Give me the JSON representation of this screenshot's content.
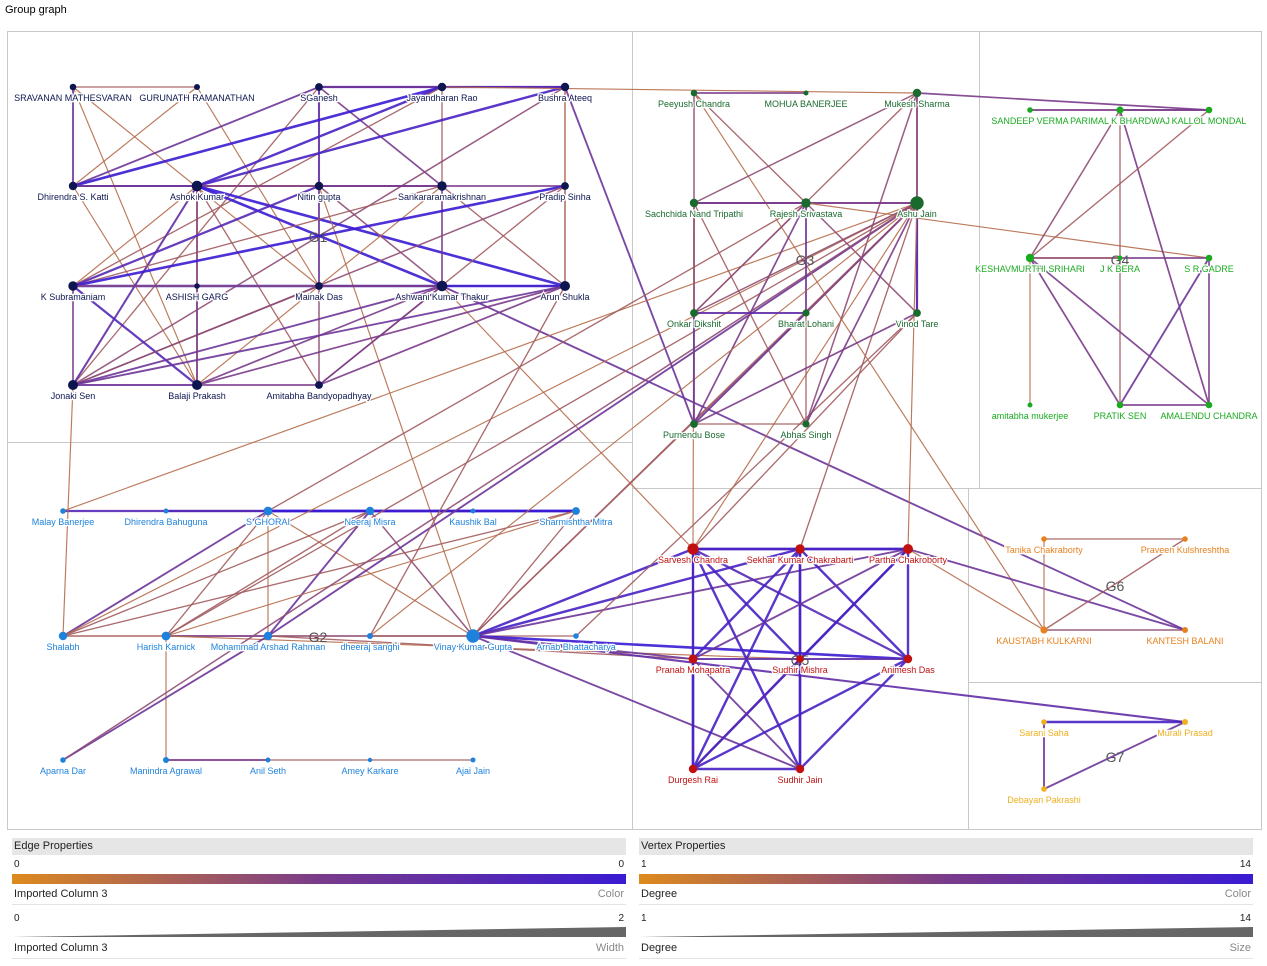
{
  "window_title": "Group graph",
  "groups": [
    {
      "label": "G1",
      "color": "#0d1650"
    },
    {
      "label": "G2",
      "color": "#1e82dc"
    },
    {
      "label": "G3",
      "color": "#1a6a2e"
    },
    {
      "label": "G4",
      "color": "#1aaa20"
    },
    {
      "label": "G5",
      "color": "#c01010"
    },
    {
      "label": "G6",
      "color": "#e8801e"
    },
    {
      "label": "G7",
      "color": "#f0b020"
    }
  ],
  "nodes": [
    {
      "id": "sravanan",
      "label": "SRAVANAN MATHESVARAN",
      "group": 0
    },
    {
      "id": "gurunath",
      "label": "GURUNATH RAMANATHAN",
      "group": 0
    },
    {
      "id": "sganesh",
      "label": "SGanesh",
      "group": 0
    },
    {
      "id": "jayandharan",
      "label": "Jayandharan Rao",
      "group": 0
    },
    {
      "id": "bushra",
      "label": "Bushra Ateeq",
      "group": 0
    },
    {
      "id": "dhirendra_katti",
      "label": "Dhirendra S. Katti",
      "group": 0
    },
    {
      "id": "ashok",
      "label": "Ashok Kumar",
      "group": 0
    },
    {
      "id": "nitin",
      "label": "Nitin gupta",
      "group": 0
    },
    {
      "id": "sankara",
      "label": "Sankararamakrishnan",
      "group": 0
    },
    {
      "id": "pradip",
      "label": "Pradip Sinha",
      "group": 0
    },
    {
      "id": "ksubra",
      "label": "K Subramaniam",
      "group": 0
    },
    {
      "id": "ashish",
      "label": "ASHISH GARG",
      "group": 0
    },
    {
      "id": "mainak",
      "label": "Mainak Das",
      "group": 0
    },
    {
      "id": "ashwani",
      "label": "Ashwani Kumar Thakur",
      "group": 0
    },
    {
      "id": "arun",
      "label": "Arun Shukla",
      "group": 0
    },
    {
      "id": "jonaki",
      "label": "Jonaki Sen",
      "group": 0
    },
    {
      "id": "balaji",
      "label": "Balaji Prakash",
      "group": 0
    },
    {
      "id": "amitabha_b",
      "label": "Amitabha Bandyopadhyay",
      "group": 0
    },
    {
      "id": "malay",
      "label": "Malay Banerjee",
      "group": 1
    },
    {
      "id": "dhirendra_b",
      "label": "Dhirendra Bahuguna",
      "group": 1
    },
    {
      "id": "sghorai",
      "label": "S GHORAI",
      "group": 1
    },
    {
      "id": "neeraj",
      "label": "Neeraj Misra",
      "group": 1
    },
    {
      "id": "kaushik",
      "label": "Kaushik Bal",
      "group": 1
    },
    {
      "id": "sharmishtha",
      "label": "Sharmishtha Mitra",
      "group": 1
    },
    {
      "id": "shalabh",
      "label": "Shalabh",
      "group": 1
    },
    {
      "id": "harish",
      "label": "Harish Karnick",
      "group": 1
    },
    {
      "id": "arshad",
      "label": "Mohammad Arshad Rahman",
      "group": 1
    },
    {
      "id": "dheeraj",
      "label": "dheeraj sanghi",
      "group": 1
    },
    {
      "id": "vinay",
      "label": "Vinay Kumar Gupta",
      "group": 1
    },
    {
      "id": "arnab",
      "label": "Arnab Bhattacharya",
      "group": 1
    },
    {
      "id": "aparna",
      "label": "Aparna Dar",
      "group": 1
    },
    {
      "id": "manindra",
      "label": "Manindra Agrawal",
      "group": 1
    },
    {
      "id": "anil",
      "label": "Anil Seth",
      "group": 1
    },
    {
      "id": "amey",
      "label": "Amey Karkare",
      "group": 1
    },
    {
      "id": "ajai",
      "label": "Ajai Jain",
      "group": 1
    },
    {
      "id": "peeyush",
      "label": "Peeyush Chandra",
      "group": 2
    },
    {
      "id": "mohua",
      "label": "MOHUA BANERJEE",
      "group": 2
    },
    {
      "id": "mukesh",
      "label": "Mukesh Sharma",
      "group": 2
    },
    {
      "id": "sachchida",
      "label": "Sachchida Nand Tripathi",
      "group": 2
    },
    {
      "id": "rajesh",
      "label": "Rajesh Srivastava",
      "group": 2
    },
    {
      "id": "ashu",
      "label": "Ashu Jain",
      "group": 2
    },
    {
      "id": "onkar",
      "label": "Onkar Dikshit",
      "group": 2
    },
    {
      "id": "bharat",
      "label": "Bharat Lohani",
      "group": 2
    },
    {
      "id": "vinod",
      "label": "Vinod Tare",
      "group": 2
    },
    {
      "id": "purnendu",
      "label": "Purnendu Bose",
      "group": 2
    },
    {
      "id": "abhas",
      "label": "Abhas Singh",
      "group": 2
    },
    {
      "id": "sandeep",
      "label": "SANDEEP VERMA",
      "group": 3
    },
    {
      "id": "parimal",
      "label": "PARIMAL K BHARDWAJ",
      "group": 3
    },
    {
      "id": "kallol",
      "label": "KALLOL MONDAL",
      "group": 3
    },
    {
      "id": "keshav",
      "label": "KESHAVMURTHI SRIHARI",
      "group": 3
    },
    {
      "id": "jkbera",
      "label": "J K BERA",
      "group": 3
    },
    {
      "id": "srgadre",
      "label": "S R GADRE",
      "group": 3
    },
    {
      "id": "amitabha_m",
      "label": "amitabha mukerjee",
      "group": 3
    },
    {
      "id": "pratik",
      "label": "PRATIK SEN",
      "group": 3
    },
    {
      "id": "amalendu",
      "label": "AMALENDU CHANDRA",
      "group": 3
    },
    {
      "id": "sarvesh",
      "label": "Sarvesh Chandra",
      "group": 4
    },
    {
      "id": "sekhar",
      "label": "Sekhar Kumar Chakrabarti",
      "group": 4
    },
    {
      "id": "partha",
      "label": "Partha Chakroborty",
      "group": 4
    },
    {
      "id": "pranab",
      "label": "Pranab Mohapatra",
      "group": 4
    },
    {
      "id": "sudhir_m",
      "label": "Sudhir Mishra",
      "group": 4
    },
    {
      "id": "animesh",
      "label": "Animesh Das",
      "group": 4
    },
    {
      "id": "durgesh",
      "label": "Durgesh Rai",
      "group": 4
    },
    {
      "id": "sudhir_j",
      "label": "Sudhir Jain",
      "group": 4
    },
    {
      "id": "tanika",
      "label": "Tanika Chakraborty",
      "group": 5
    },
    {
      "id": "praveen",
      "label": "Praveen Kulshreshtha",
      "group": 5
    },
    {
      "id": "kaustabh",
      "label": "KAUSTABH KULKARNI",
      "group": 5
    },
    {
      "id": "kantesh",
      "label": "KANTESH BALANI",
      "group": 5
    },
    {
      "id": "sarani",
      "label": "Sarani Saha",
      "group": 6
    },
    {
      "id": "murali",
      "label": "Murali Prasad",
      "group": 6
    },
    {
      "id": "debayan",
      "label": "Debayan Pakrashi",
      "group": 6
    }
  ],
  "edges": [
    [
      "sravanan",
      "gurunath",
      0.3
    ],
    [
      "sravanan",
      "dhirendra_katti",
      0.6
    ],
    [
      "sravanan",
      "balaji",
      0.2
    ],
    [
      "sravanan",
      "mainak",
      0.2
    ],
    [
      "gurunath",
      "dhirendra_katti",
      0.2
    ],
    [
      "gurunath",
      "mainak",
      0.2
    ],
    [
      "sganesh",
      "jayandharan",
      0.8
    ],
    [
      "sganesh",
      "bushra",
      0.6
    ],
    [
      "sganesh",
      "nitin",
      0.7
    ],
    [
      "sganesh",
      "dhirendra_katti",
      0.6
    ],
    [
      "sganesh",
      "sankara",
      0.5
    ],
    [
      "sganesh",
      "jonaki",
      0.3
    ],
    [
      "jayandharan",
      "bushra",
      0.8
    ],
    [
      "jayandharan",
      "ashok",
      0.9
    ],
    [
      "jayandharan",
      "dhirendra_katti",
      1.0
    ],
    [
      "jayandharan",
      "sankara",
      0.3
    ],
    [
      "jayandharan",
      "ksubra",
      0.3
    ],
    [
      "bushra",
      "pradip",
      0.3
    ],
    [
      "bushra",
      "ashok",
      0.9
    ],
    [
      "bushra",
      "jonaki",
      0.4
    ],
    [
      "bushra",
      "arun",
      0.2
    ],
    [
      "bushra",
      "purnendu",
      0.6
    ],
    [
      "dhirendra_katti",
      "sankara",
      0.6
    ],
    [
      "dhirendra_katti",
      "ashok",
      0.6
    ],
    [
      "dhirendra_katti",
      "balaji",
      0.2
    ],
    [
      "ashok",
      "nitin",
      0.4
    ],
    [
      "ashok",
      "ashwani",
      1.0
    ],
    [
      "ashok",
      "arun",
      1.0
    ],
    [
      "ashok",
      "ksubra",
      0.2
    ],
    [
      "ashok",
      "jonaki",
      0.7
    ],
    [
      "ashok",
      "ashish",
      0.5
    ],
    [
      "ashok",
      "amitabha_b",
      0.3
    ],
    [
      "ashok",
      "balaji",
      0.4
    ],
    [
      "nitin",
      "sankara",
      0.5
    ],
    [
      "nitin",
      "mainak",
      0.6
    ],
    [
      "nitin",
      "ashwani",
      0.4
    ],
    [
      "nitin",
      "ksubra",
      0.8
    ],
    [
      "nitin",
      "vinay",
      0.2
    ],
    [
      "sankara",
      "pradip",
      0.5
    ],
    [
      "sankara",
      "ksubra",
      0.3
    ],
    [
      "sankara",
      "ashwani",
      0.5
    ],
    [
      "sankara",
      "arun",
      0.3
    ],
    [
      "sankara",
      "balaji",
      0.2
    ],
    [
      "pradip",
      "ksubra",
      1.0
    ],
    [
      "pradip",
      "jonaki",
      0.4
    ],
    [
      "pradip",
      "amitabha_b",
      0.3
    ],
    [
      "pradip",
      "arun",
      0.3
    ],
    [
      "ksubra",
      "ashwani",
      0.9
    ],
    [
      "ksubra",
      "jonaki",
      0.5
    ],
    [
      "ksubra",
      "balaji",
      0.8
    ],
    [
      "ksubra",
      "arun",
      0.4
    ],
    [
      "mainak",
      "jonaki",
      0.4
    ],
    [
      "mainak",
      "amitabha_b",
      0.4
    ],
    [
      "mainak",
      "ashwani",
      0.5
    ],
    [
      "ashwani",
      "arun",
      1.0
    ],
    [
      "ashwani",
      "jonaki",
      0.6
    ],
    [
      "ashwani",
      "balaji",
      0.5
    ],
    [
      "ashwani",
      "amitabha_b",
      0.5
    ],
    [
      "ashwani",
      "sarvesh",
      0.2
    ],
    [
      "ashwani",
      "kantesh",
      0.6
    ],
    [
      "arun",
      "balaji",
      0.5
    ],
    [
      "arun",
      "jonaki",
      0.6
    ],
    [
      "arun",
      "amitabha_b",
      0.5
    ],
    [
      "jonaki",
      "balaji",
      0.6
    ],
    [
      "balaji",
      "amitabha_b",
      0.5
    ],
    [
      "ashish",
      "balaji",
      0.5
    ],
    [
      "malay",
      "sharmishtha",
      0.8
    ],
    [
      "malay",
      "ashu",
      0.2
    ],
    [
      "dhirendra_b",
      "sghorai",
      0.8
    ],
    [
      "sghorai",
      "neeraj",
      1.0
    ],
    [
      "sghorai",
      "sharmishtha",
      1.0
    ],
    [
      "sghorai",
      "arshad",
      0.2
    ],
    [
      "sghorai",
      "shalabh",
      0.6
    ],
    [
      "sghorai",
      "vinay",
      0.2
    ],
    [
      "sghorai",
      "harish",
      0.3
    ],
    [
      "sghorai",
      "rajesh",
      0.3
    ],
    [
      "neeraj",
      "kaushik",
      0.5
    ],
    [
      "neeraj",
      "sharmishtha",
      1.0
    ],
    [
      "neeraj",
      "arshad",
      0.6
    ],
    [
      "neeraj",
      "harish",
      0.3
    ],
    [
      "neeraj",
      "vinay",
      0.4
    ],
    [
      "neeraj",
      "shalabh",
      0.3
    ],
    [
      "sharmishtha",
      "vinay",
      0.3
    ],
    [
      "sharmishtha",
      "shalabh",
      0.3
    ],
    [
      "sharmishtha",
      "harish",
      0.2
    ],
    [
      "shalabh",
      "harish",
      0.2
    ],
    [
      "shalabh",
      "vinay",
      0.3
    ],
    [
      "shalabh",
      "ashu",
      0.2
    ],
    [
      "shalabh",
      "jonaki",
      0.2
    ],
    [
      "harish",
      "arshad",
      0.5
    ],
    [
      "harish",
      "manindra",
      0.2
    ],
    [
      "harish",
      "sudhir_m",
      0.2
    ],
    [
      "harish",
      "ashu",
      0.3
    ],
    [
      "arshad",
      "vinay",
      0.4
    ],
    [
      "arshad",
      "aparna",
      0.6
    ],
    [
      "arshad",
      "ashu",
      0.6
    ],
    [
      "arshad",
      "pranab",
      0.3
    ],
    [
      "dheeraj",
      "vinay",
      0.3
    ],
    [
      "dheeraj",
      "arun",
      0.3
    ],
    [
      "vinay",
      "arnab",
      0.3
    ],
    [
      "vinay",
      "sarvesh",
      0.9
    ],
    [
      "vinay",
      "sekhar",
      0.9
    ],
    [
      "vinay",
      "animesh",
      1.0
    ],
    [
      "vinay",
      "sudhir_j",
      0.6
    ],
    [
      "vinay",
      "pranab",
      0.6
    ],
    [
      "vinay",
      "partha",
      0.6
    ],
    [
      "vinay",
      "murali",
      0.7
    ],
    [
      "vinay",
      "ashu",
      0.3
    ],
    [
      "vinay",
      "bharat",
      0.3
    ],
    [
      "arnab",
      "vinod",
      0.3
    ],
    [
      "aparna",
      "ashu",
      0.4
    ],
    [
      "manindra",
      "ajai",
      0.3
    ],
    [
      "manindra",
      "anil",
      0.5
    ],
    [
      "peeyush",
      "mohua",
      0.5
    ],
    [
      "peeyush",
      "sachchida",
      0.4
    ],
    [
      "peeyush",
      "rajesh",
      0.3
    ],
    [
      "peeyush",
      "kaustabh",
      0.2
    ],
    [
      "mukesh",
      "sachchida",
      0.4
    ],
    [
      "mukesh",
      "ashu",
      0.5
    ],
    [
      "mukesh",
      "onkar",
      0.3
    ],
    [
      "mukesh",
      "vinod",
      0.4
    ],
    [
      "mukesh",
      "abhas",
      0.4
    ],
    [
      "mukesh",
      "kallol",
      0.5
    ],
    [
      "mukesh",
      "jayandharan",
      0.2
    ],
    [
      "sachchida",
      "rajesh",
      0.6
    ],
    [
      "sachchida",
      "ashu",
      0.5
    ],
    [
      "sachchida",
      "onkar",
      0.6
    ],
    [
      "sachchida",
      "abhas",
      0.3
    ],
    [
      "sachchida",
      "sarvesh",
      0.2
    ],
    [
      "rajesh",
      "onkar",
      0.4
    ],
    [
      "rajesh",
      "vinod",
      0.4
    ],
    [
      "rajesh",
      "purnendu",
      0.5
    ],
    [
      "rajesh",
      "bharat",
      0.6
    ],
    [
      "rajesh",
      "ashu",
      0.5
    ],
    [
      "rajesh",
      "srgadre",
      0.2
    ],
    [
      "ashu",
      "vinod",
      0.8
    ],
    [
      "ashu",
      "onkar",
      0.4
    ],
    [
      "ashu",
      "purnendu",
      0.6
    ],
    [
      "ashu",
      "abhas",
      0.5
    ],
    [
      "ashu",
      "bharat",
      0.4
    ],
    [
      "ashu",
      "partha",
      0.2
    ],
    [
      "ashu",
      "sekhar",
      0.3
    ],
    [
      "ashu",
      "sarvesh",
      0.2
    ],
    [
      "ashu",
      "dheeraj",
      0.2
    ],
    [
      "onkar",
      "bharat",
      0.7
    ],
    [
      "onkar",
      "purnendu",
      0.6
    ],
    [
      "bharat",
      "abhas",
      0.3
    ],
    [
      "vinod",
      "purnendu",
      0.5
    ],
    [
      "vinod",
      "sarvesh",
      0.3
    ],
    [
      "purnendu",
      "abhas",
      0.3
    ],
    [
      "sandeep",
      "parimal",
      0.3
    ],
    [
      "sandeep",
      "kallol",
      0.5
    ],
    [
      "parimal",
      "kallol",
      0.5
    ],
    [
      "parimal",
      "keshav",
      0.4
    ],
    [
      "parimal",
      "pratik",
      0.3
    ],
    [
      "parimal",
      "amalendu",
      0.5
    ],
    [
      "kallol",
      "keshav",
      0.3
    ],
    [
      "keshav",
      "srgadre",
      0.5
    ],
    [
      "keshav",
      "amitabha_m",
      0.2
    ],
    [
      "keshav",
      "pratik",
      0.5
    ],
    [
      "keshav",
      "amalendu",
      0.5
    ],
    [
      "keshav",
      "jkbera",
      0.3
    ],
    [
      "srgadre",
      "pratik",
      0.6
    ],
    [
      "srgadre",
      "amalendu",
      0.5
    ],
    [
      "pratik",
      "amalendu",
      0.5
    ],
    [
      "sarvesh",
      "sekhar",
      0.9
    ],
    [
      "sarvesh",
      "partha",
      0.9
    ],
    [
      "sarvesh",
      "pranab",
      0.6
    ],
    [
      "sarvesh",
      "sudhir_m",
      0.9
    ],
    [
      "sarvesh",
      "animesh",
      0.8
    ],
    [
      "sarvesh",
      "durgesh",
      0.9
    ],
    [
      "sarvesh",
      "sudhir_j",
      0.9
    ],
    [
      "sekhar",
      "partha",
      0.9
    ],
    [
      "sekhar",
      "pranab",
      0.9
    ],
    [
      "sekhar",
      "sudhir_m",
      0.9
    ],
    [
      "sekhar",
      "animesh",
      0.9
    ],
    [
      "sekhar",
      "durgesh",
      0.9
    ],
    [
      "sekhar",
      "sudhir_j",
      0.9
    ],
    [
      "partha",
      "pranab",
      0.6
    ],
    [
      "partha",
      "sudhir_m",
      0.8
    ],
    [
      "partha",
      "animesh",
      0.9
    ],
    [
      "partha",
      "durgesh",
      0.9
    ],
    [
      "partha",
      "kaustabh",
      0.2
    ],
    [
      "partha",
      "kantesh",
      0.6
    ],
    [
      "pranab",
      "durgesh",
      0.9
    ],
    [
      "pranab",
      "sudhir_j",
      0.6
    ],
    [
      "pranab",
      "animesh",
      0.7
    ],
    [
      "sudhir_m",
      "durgesh",
      0.8
    ],
    [
      "sudhir_m",
      "sudhir_j",
      0.9
    ],
    [
      "animesh",
      "durgesh",
      0.9
    ],
    [
      "animesh",
      "sudhir_j",
      0.9
    ],
    [
      "durgesh",
      "sudhir_j",
      0.9
    ],
    [
      "tanika",
      "praveen",
      0.3
    ],
    [
      "tanika",
      "kaustabh",
      0.2
    ],
    [
      "praveen",
      "kaustabh",
      0.3
    ],
    [
      "kaustabh",
      "kantesh",
      0.4
    ],
    [
      "sarani",
      "murali",
      0.9
    ],
    [
      "sarani",
      "debayan",
      0.6
    ],
    [
      "murali",
      "debayan",
      0.6
    ]
  ],
  "legend": {
    "edge_properties": {
      "header": "Edge Properties",
      "color": {
        "min": "0",
        "max": "0",
        "column": "Imported Column 3",
        "kind": "Color"
      },
      "width": {
        "min": "0",
        "max": "2",
        "column": "Imported Column 3",
        "kind": "Width"
      }
    },
    "vertex_properties": {
      "header": "Vertex Properties",
      "color": {
        "min": "1",
        "max": "14",
        "column": "Degree",
        "kind": "Color"
      },
      "size": {
        "min": "1",
        "max": "14",
        "column": "Degree",
        "kind": "Size"
      }
    },
    "gradient_colors": [
      "#dd8a1e",
      "#7a3b8a",
      "#3a1bd3"
    ]
  }
}
